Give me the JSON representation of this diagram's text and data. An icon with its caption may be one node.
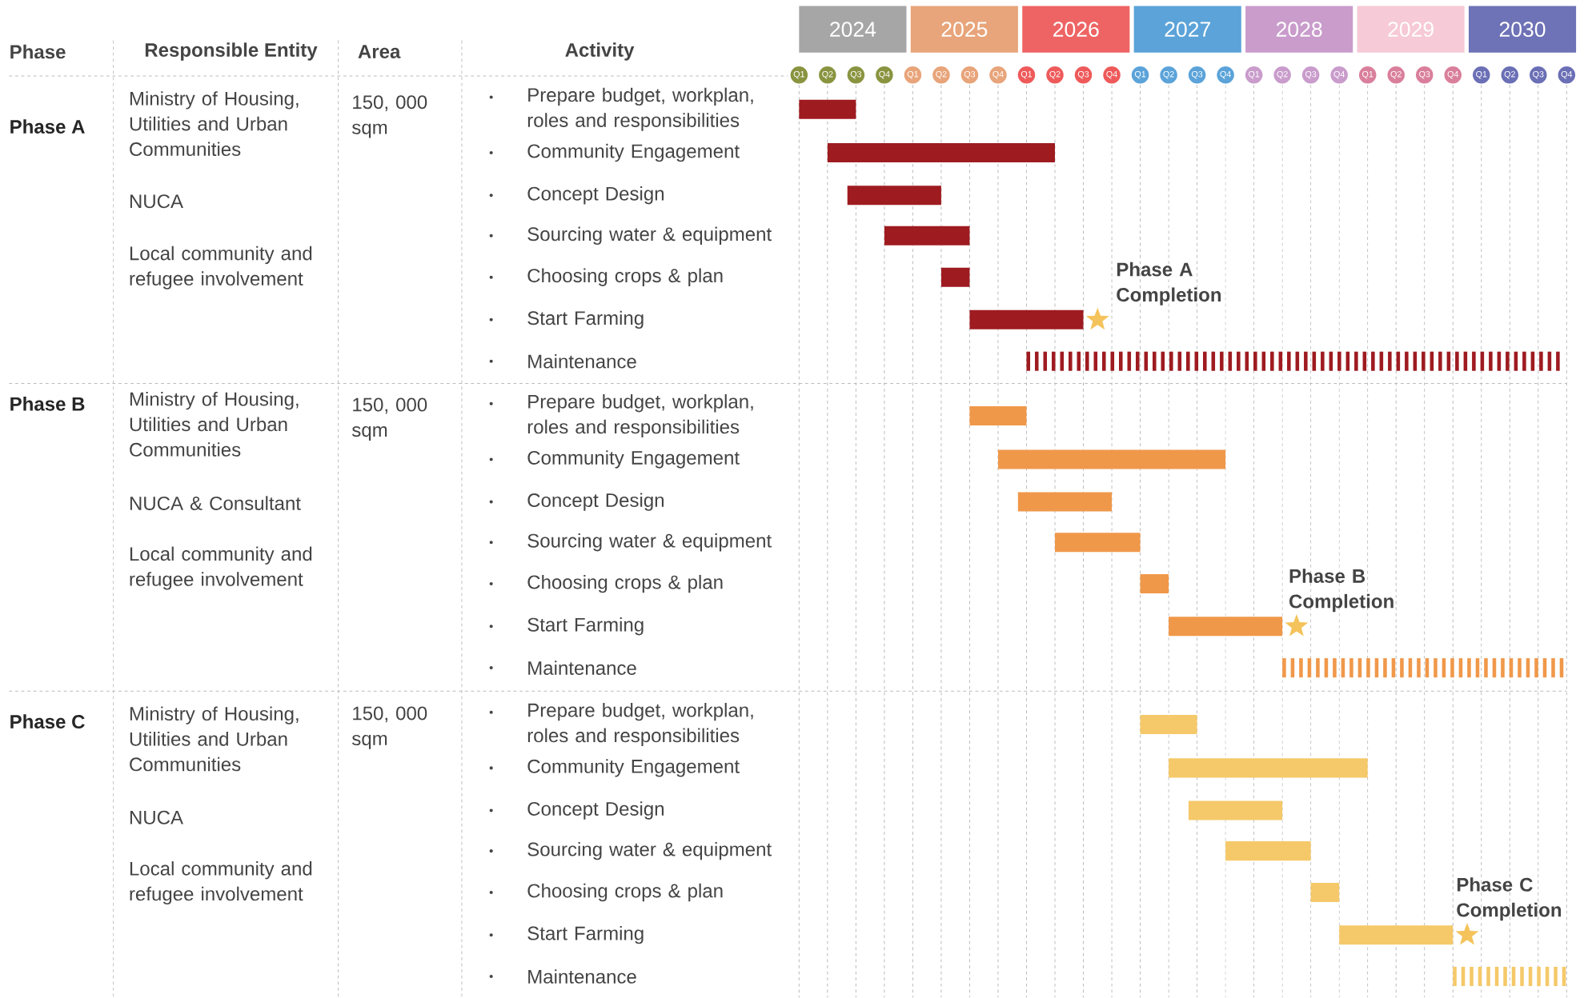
{
  "diagram": {
    "nodes": [
      {
        "text": [
          "2024"
        ]
      },
      {
        "text": [
          "2025"
        ]
      },
      {
        "text": [
          "2026"
        ]
      },
      {
        "text": [
          "2027"
        ]
      },
      {
        "text": [
          "2028"
        ]
      },
      {
        "text": [
          "2029"
        ]
      },
      {
        "text": [
          "2030"
        ]
      },
      {
        "text": [
          "Q1"
        ]
      },
      {
        "text": [
          "Q2"
        ]
      },
      {
        "text": [
          "Q3"
        ]
      },
      {
        "text": [
          "Q4"
        ]
      },
      {
        "text": [
          "Q1"
        ]
      },
      {
        "text": [
          "Q2"
        ]
      },
      {
        "text": [
          "Q3"
        ]
      },
      {
        "text": [
          "Q4"
        ]
      },
      {
        "text": [
          "Q1"
        ]
      },
      {
        "text": [
          "Q2"
        ]
      },
      {
        "text": [
          "Q3"
        ]
      },
      {
        "text": [
          "Q4"
        ]
      },
      {
        "text": [
          "Q1"
        ]
      },
      {
        "text": [
          "Q2"
        ]
      },
      {
        "text": [
          "Q3"
        ]
      },
      {
        "text": [
          "Q4"
        ]
      },
      {
        "text": [
          "Q1"
        ]
      },
      {
        "text": [
          "Q2"
        ]
      },
      {
        "text": [
          "Q3"
        ]
      },
      {
        "text": [
          "Q4"
        ]
      },
      {
        "text": [
          "Q1"
        ]
      },
      {
        "text": [
          "Q2"
        ]
      },
      {
        "text": [
          "Q3"
        ]
      },
      {
        "text": [
          "Q4"
        ]
      },
      {
        "text": [
          "Q1"
        ]
      },
      {
        "text": [
          "Q2"
        ]
      },
      {
        "text": [
          "Q3"
        ]
      },
      {
        "text": [
          "Q4"
        ]
      },
      {
        "text": [],
        "shape": "bar"
      },
      {
        "text": [],
        "shape": "bar"
      },
      {
        "text": [],
        "shape": "bar"
      },
      {
        "text": [],
        "shape": "bar"
      },
      {
        "text": [],
        "shape": "bar"
      },
      {
        "text": [],
        "shape": "bar"
      },
      {
        "text": [],
        "shape": "bar"
      },
      {
        "text": [],
        "shape": "star",
        "beside": [
          "Phase A Completion"
        ]
      },
      {
        "text": [],
        "shape": "bar"
      },
      {
        "text": [],
        "shape": "bar"
      },
      {
        "text": [],
        "shape": "bar"
      },
      {
        "text": [],
        "shape": "bar"
      },
      {
        "text": [],
        "shape": "bar"
      },
      {
        "text": [],
        "shape": "bar"
      },
      {
        "text": [],
        "shape": "bar"
      },
      {
        "text": [],
        "shape": "star",
        "beside": [
          "Phase B Completion"
        ]
      },
      {
        "text": [],
        "shape": "bar"
      },
      {
        "text": [],
        "shape": "bar"
      },
      {
        "text": [],
        "shape": "bar"
      },
      {
        "text": [],
        "shape": "bar"
      },
      {
        "text": [],
        "shape": "bar"
      },
      {
        "text": [],
        "shape": "bar"
      },
      {
        "text": [],
        "shape": "bar"
      },
      {
        "text": [],
        "shape": "star",
        "beside": [
          "Phase C Completion"
        ]
      }
    ],
    "labels": [
      "Phase",
      "Responsible Entity",
      "Area",
      "Activity",
      "Phase A",
      "Ministry of Housing, Utilities and Urban Communities",
      "NUCA",
      "Local community and refugee involvement",
      "150, 000 sqm",
      "Prepare budget, workplan, roles and responsibilities",
      "Community Engagement",
      "Concept Design",
      "Sourcing water & equipment",
      "Choosing crops & plan",
      "Start Farming",
      "Maintenance",
      "Phase B",
      "Ministry of Housing, Utilities and Urban Communities",
      "NUCA & Consultant",
      "Local community and refugee involvement",
      "150, 000 sqm",
      "Prepare budget, workplan, roles and responsibilities",
      "Community Engagement",
      "Concept Design",
      "Sourcing water & equipment",
      "Choosing crops & plan",
      "Start Farming",
      "Maintenance",
      "Phase C",
      "Ministry of Housing, Utilities and Urban Communities",
      "NUCA",
      "Local community and refugee involvement",
      "150, 000 sqm",
      "Prepare budget, workplan, roles and responsibilities",
      "Community Engagement",
      "Concept Design",
      "Sourcing water & equipment",
      "Choosing crops & plan",
      "Start Farming",
      "Maintenance"
    ]
  }
}
